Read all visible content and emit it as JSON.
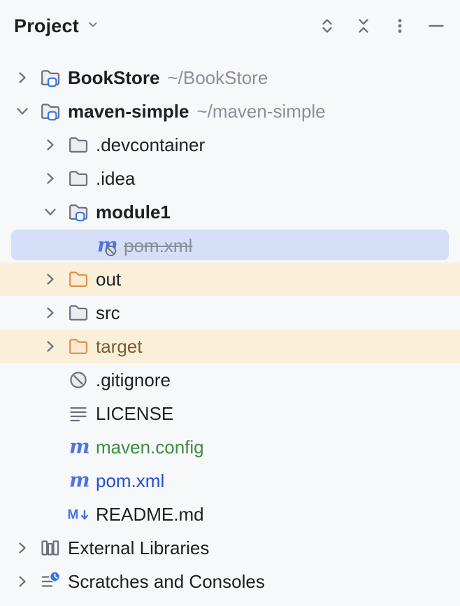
{
  "header": {
    "title": "Project",
    "icons": [
      {
        "name": "expand-all-icon"
      },
      {
        "name": "collapse-all-icon"
      },
      {
        "name": "more-options-icon"
      },
      {
        "name": "hide-tool-window-icon"
      }
    ]
  },
  "colors": {
    "panel_background": "#f7f8fa",
    "selection_background": "#d5dff8",
    "excluded_row_background": "#faf0da",
    "vcs_added_text": "#3d8b40",
    "vcs_modified_text": "#2150d0",
    "excluded_folder_text": "#7d5c2b",
    "ignored_text": "#8a8e98",
    "maven_icon_blue": "#4d74e2",
    "badge_blue": "#3574f0",
    "excluded_folder_icon_orange": "#e2914a"
  },
  "tree": {
    "rows": [
      {
        "id": "bookstore",
        "level": 0,
        "chevron": "right",
        "icon": "folder-project-icon",
        "label": "BookStore",
        "bold": true,
        "suffix": "~/BookStore"
      },
      {
        "id": "maven-simple",
        "level": 0,
        "chevron": "down",
        "icon": "folder-project-icon",
        "label": "maven-simple",
        "bold": true,
        "suffix": "~/maven-simple"
      },
      {
        "id": "devcontainer",
        "level": 1,
        "chevron": "right",
        "icon": "folder-icon",
        "label": ".devcontainer"
      },
      {
        "id": "idea",
        "level": 1,
        "chevron": "right",
        "icon": "folder-icon",
        "label": ".idea"
      },
      {
        "id": "module1",
        "level": 1,
        "chevron": "down",
        "icon": "folder-module-icon",
        "label": "module1",
        "bold": true
      },
      {
        "id": "module1-pom-xml",
        "level": 2,
        "chevron": "none",
        "icon": "maven-ignored-icon",
        "label": "pom.xml",
        "state": "selected",
        "text_style": "ignored"
      },
      {
        "id": "out",
        "level": 1,
        "chevron": "right",
        "icon": "folder-excluded-icon",
        "label": "out",
        "row_bg": "excluded"
      },
      {
        "id": "src",
        "level": 1,
        "chevron": "right",
        "icon": "folder-icon",
        "label": "src"
      },
      {
        "id": "target",
        "level": 1,
        "chevron": "right",
        "icon": "folder-excluded-icon",
        "label": "target",
        "row_bg": "excluded",
        "text_style": "excluded"
      },
      {
        "id": "gitignore",
        "level": 1,
        "chevron": "none",
        "icon": "ignored-file-icon",
        "label": ".gitignore"
      },
      {
        "id": "license",
        "level": 1,
        "chevron": "none",
        "icon": "text-file-icon",
        "label": "LICENSE"
      },
      {
        "id": "maven-config",
        "level": 1,
        "chevron": "none",
        "icon": "maven-icon",
        "label": "maven.config",
        "text_style": "vcs-added"
      },
      {
        "id": "pom-xml",
        "level": 1,
        "chevron": "none",
        "icon": "maven-icon",
        "label": "pom.xml",
        "text_style": "vcs-modified"
      },
      {
        "id": "readme-md",
        "level": 1,
        "chevron": "none",
        "icon": "markdown-icon",
        "label": "README.md"
      },
      {
        "id": "external-libraries",
        "level": 0,
        "chevron": "right",
        "icon": "library-icon",
        "label": "External Libraries"
      },
      {
        "id": "scratches-consoles",
        "level": 0,
        "chevron": "right",
        "icon": "scratches-icon",
        "label": "Scratches and Consoles"
      }
    ]
  }
}
